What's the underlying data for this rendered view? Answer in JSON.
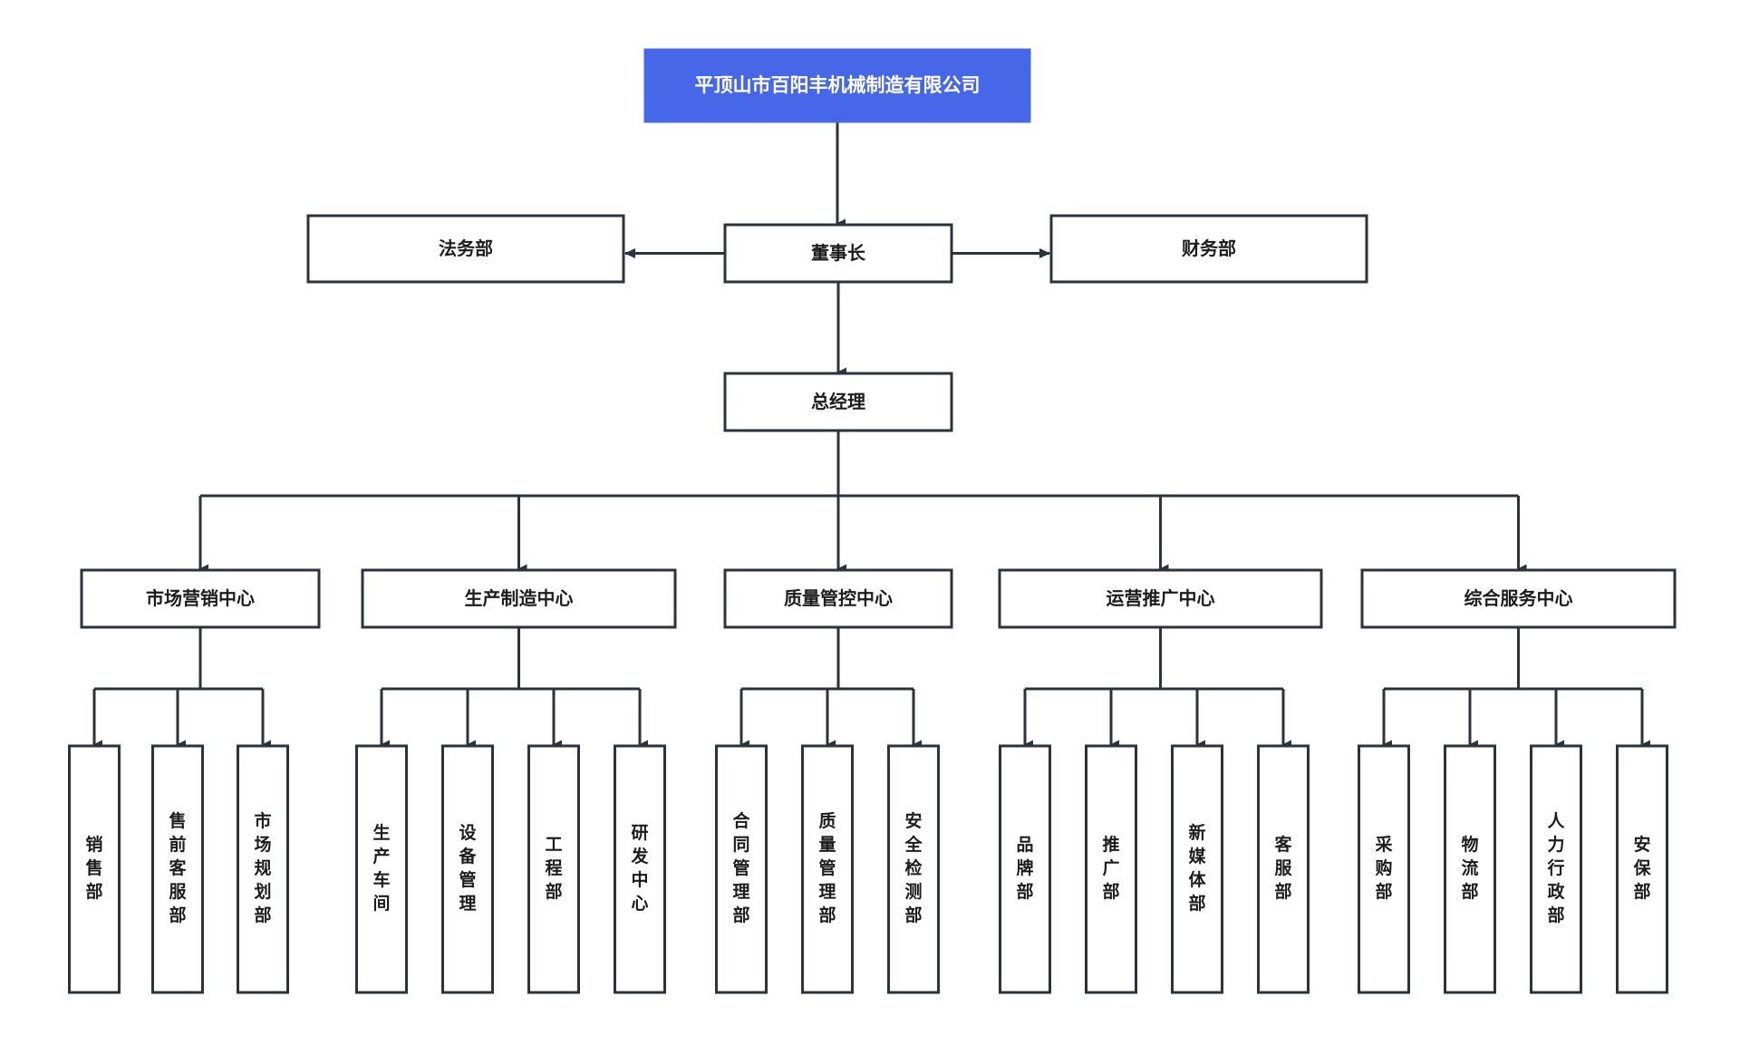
{
  "chart": {
    "type": "org-chart",
    "title": "平顶山市百阳丰机械制造有限公司",
    "accent_color": "#4668e8",
    "line_color": "#2b333d",
    "box_fill": "#ffffff",
    "background": "#ffffff"
  },
  "root": {
    "label": "平顶山市百阳丰机械制造有限公司"
  },
  "chairman": {
    "label": "董事长"
  },
  "staff_left": {
    "label": "法务部"
  },
  "staff_right": {
    "label": "财务部"
  },
  "general_manager": {
    "label": "总经理"
  },
  "centers": [
    {
      "label": "市场营销中心",
      "departments": [
        {
          "label": "销售部"
        },
        {
          "label": "售前客服部"
        },
        {
          "label": "市场规划部"
        }
      ]
    },
    {
      "label": "生产制造中心",
      "departments": [
        {
          "label": "生产车间"
        },
        {
          "label": "设备管理"
        },
        {
          "label": "工程部"
        },
        {
          "label": "研发中心"
        }
      ]
    },
    {
      "label": "质量管控中心",
      "departments": [
        {
          "label": "合同管理部"
        },
        {
          "label": "质量管理部"
        },
        {
          "label": "安全检测部"
        }
      ]
    },
    {
      "label": "运营推广中心",
      "departments": [
        {
          "label": "品牌部"
        },
        {
          "label": "推广部"
        },
        {
          "label": "新媒体部"
        },
        {
          "label": "客服部"
        }
      ]
    },
    {
      "label": "综合服务中心",
      "departments": [
        {
          "label": "采购部"
        },
        {
          "label": "物流部"
        },
        {
          "label": "人力行政部"
        },
        {
          "label": "安保部"
        }
      ]
    }
  ]
}
